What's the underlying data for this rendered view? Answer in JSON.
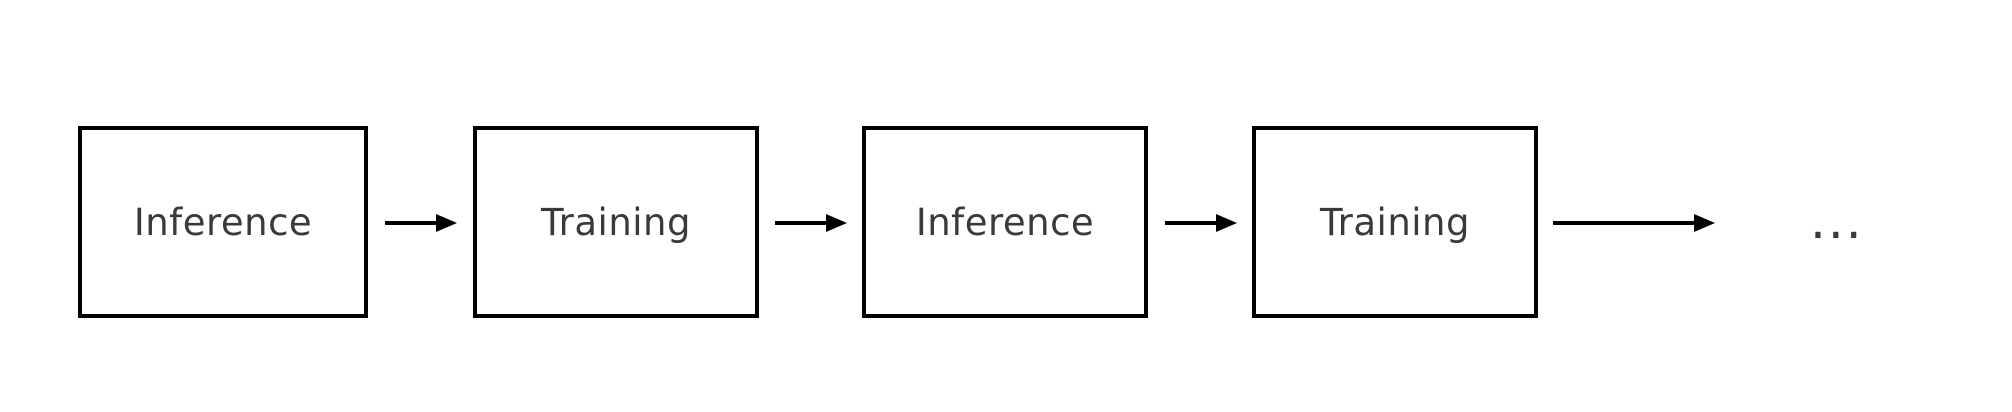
{
  "diagram": {
    "title": "",
    "background_color": "#ffffff",
    "box_border_color": "#000000",
    "arrow_color": "#000000",
    "text_color": "#3a3a3a",
    "boxes": [
      {
        "label": "Inference"
      },
      {
        "label": "Training"
      },
      {
        "label": "Inference"
      },
      {
        "label": "Training"
      }
    ],
    "ellipsis": "...",
    "flow_sequence": "Inference → Training → Inference → Training → ..."
  }
}
